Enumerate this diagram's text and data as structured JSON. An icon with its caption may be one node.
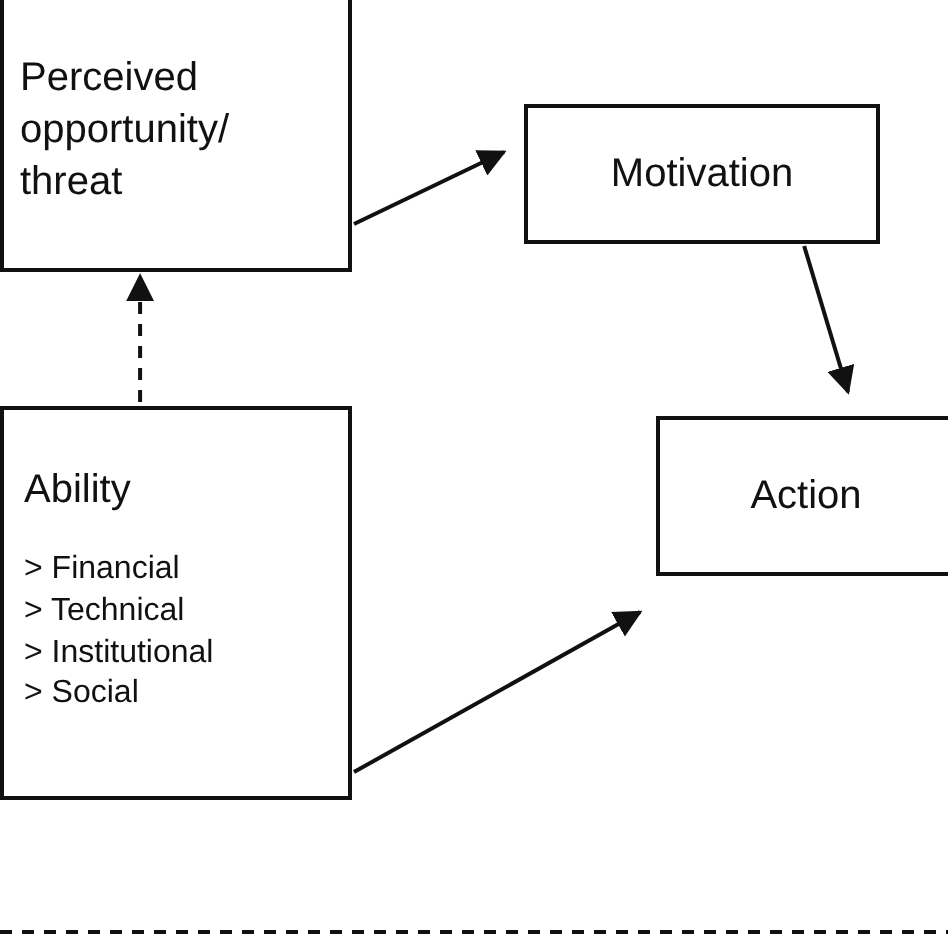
{
  "diagram": {
    "nodes": [
      {
        "text": [
          "Perceived opportunity/ threat"
        ]
      },
      {
        "text": [
          "Motivation"
        ]
      },
      {
        "text": [
          "Action"
        ]
      },
      {
        "text": [
          "Ability",
          "> Financial",
          "> Technical",
          "> Institutional",
          "> Social"
        ]
      }
    ],
    "edges": [
      {
        "from": 0,
        "to": 1,
        "arrow": "to"
      },
      {
        "from": 1,
        "to": 2,
        "arrow": "to"
      },
      {
        "from": 3,
        "to": 0,
        "arrow": "to",
        "style": "dashed"
      },
      {
        "from": 3,
        "to": 2,
        "arrow": "to"
      }
    ]
  }
}
